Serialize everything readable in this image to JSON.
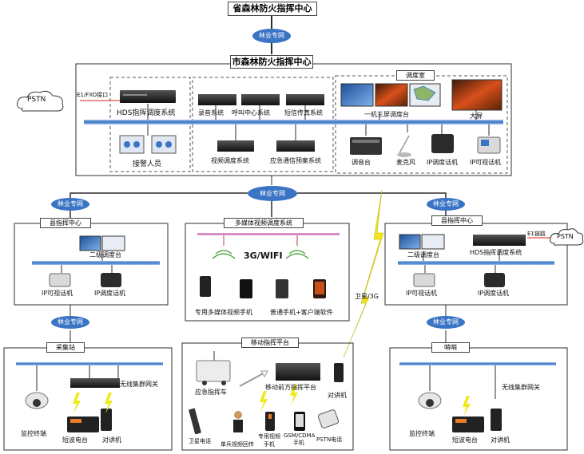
{
  "top": {
    "province_center": "省森林防火指挥中心",
    "network_label": "林业专网",
    "city_center": "市森林防火指挥中心"
  },
  "city": {
    "pstn": "PSTN",
    "e1_port": "E1/FXO接口",
    "hds_system": "HDS指挥调度系统",
    "operators": "接警人员",
    "recording": "录音系统",
    "callcenter": "呼叫中心系统",
    "sms_fax": "短信传真系统",
    "video_dispatch": "视频调度系统",
    "emergency_plan": "应急通信预案系统",
    "dispatch_room": "调度室",
    "triple_console": "一机三屏调度台",
    "big_screen": "大屏",
    "console": "调音台",
    "microphone": "麦克风",
    "ip_phone": "IP调度话机",
    "ip_video_phone": "IP可视话机"
  },
  "network_middle": "林业专网",
  "county_left": {
    "network_label": "林业专网",
    "title": "县指挥中心",
    "console": "二级调度台",
    "ip_video_phone": "IP可视话机",
    "ip_phone": "IP调度话机",
    "lower_network": "林业专网"
  },
  "multimedia": {
    "title": "多媒体视频调度系统",
    "wifi": "3G/WIFI",
    "special_phone": "专用多媒体视频手机",
    "normal_phone": "普通手机+客户端软件"
  },
  "satellite": "卫星/3G",
  "county_right": {
    "network_label": "林业专网",
    "title": "县指挥中心",
    "console": "二级调度台",
    "hds": "HDS指挥调度系统",
    "e1": "E1链路",
    "pstn": "PSTN",
    "ip_video_phone": "IP可视话机",
    "ip_phone": "IP调度话机",
    "lower_network": "林业专网"
  },
  "station": {
    "title": "采集站",
    "gateway": "无线集群网关",
    "camera": "监控终端",
    "radio": "短波电台",
    "walkie": "对讲机"
  },
  "mobile": {
    "title": "移动指挥平台",
    "vehicle": "应急指挥车",
    "front_platform": "移动前方指挥平台",
    "walkie": "对讲机",
    "sat_phone": "卫星电话",
    "soldier": "单兵视频回传",
    "video_phone": "专用视频手机",
    "gsm": "GSM/CDMA手机",
    "pstn_phone": "PSTN电话"
  },
  "post": {
    "title": "哨哨",
    "gateway": "无线集群网关",
    "camera": "监控终端",
    "radio": "短波电台",
    "walkie": "对讲机"
  },
  "colors": {
    "bus": "#3a74c4",
    "line": "#2d2d2d",
    "bolt": "#e8e010",
    "net": "#3a74c4"
  }
}
